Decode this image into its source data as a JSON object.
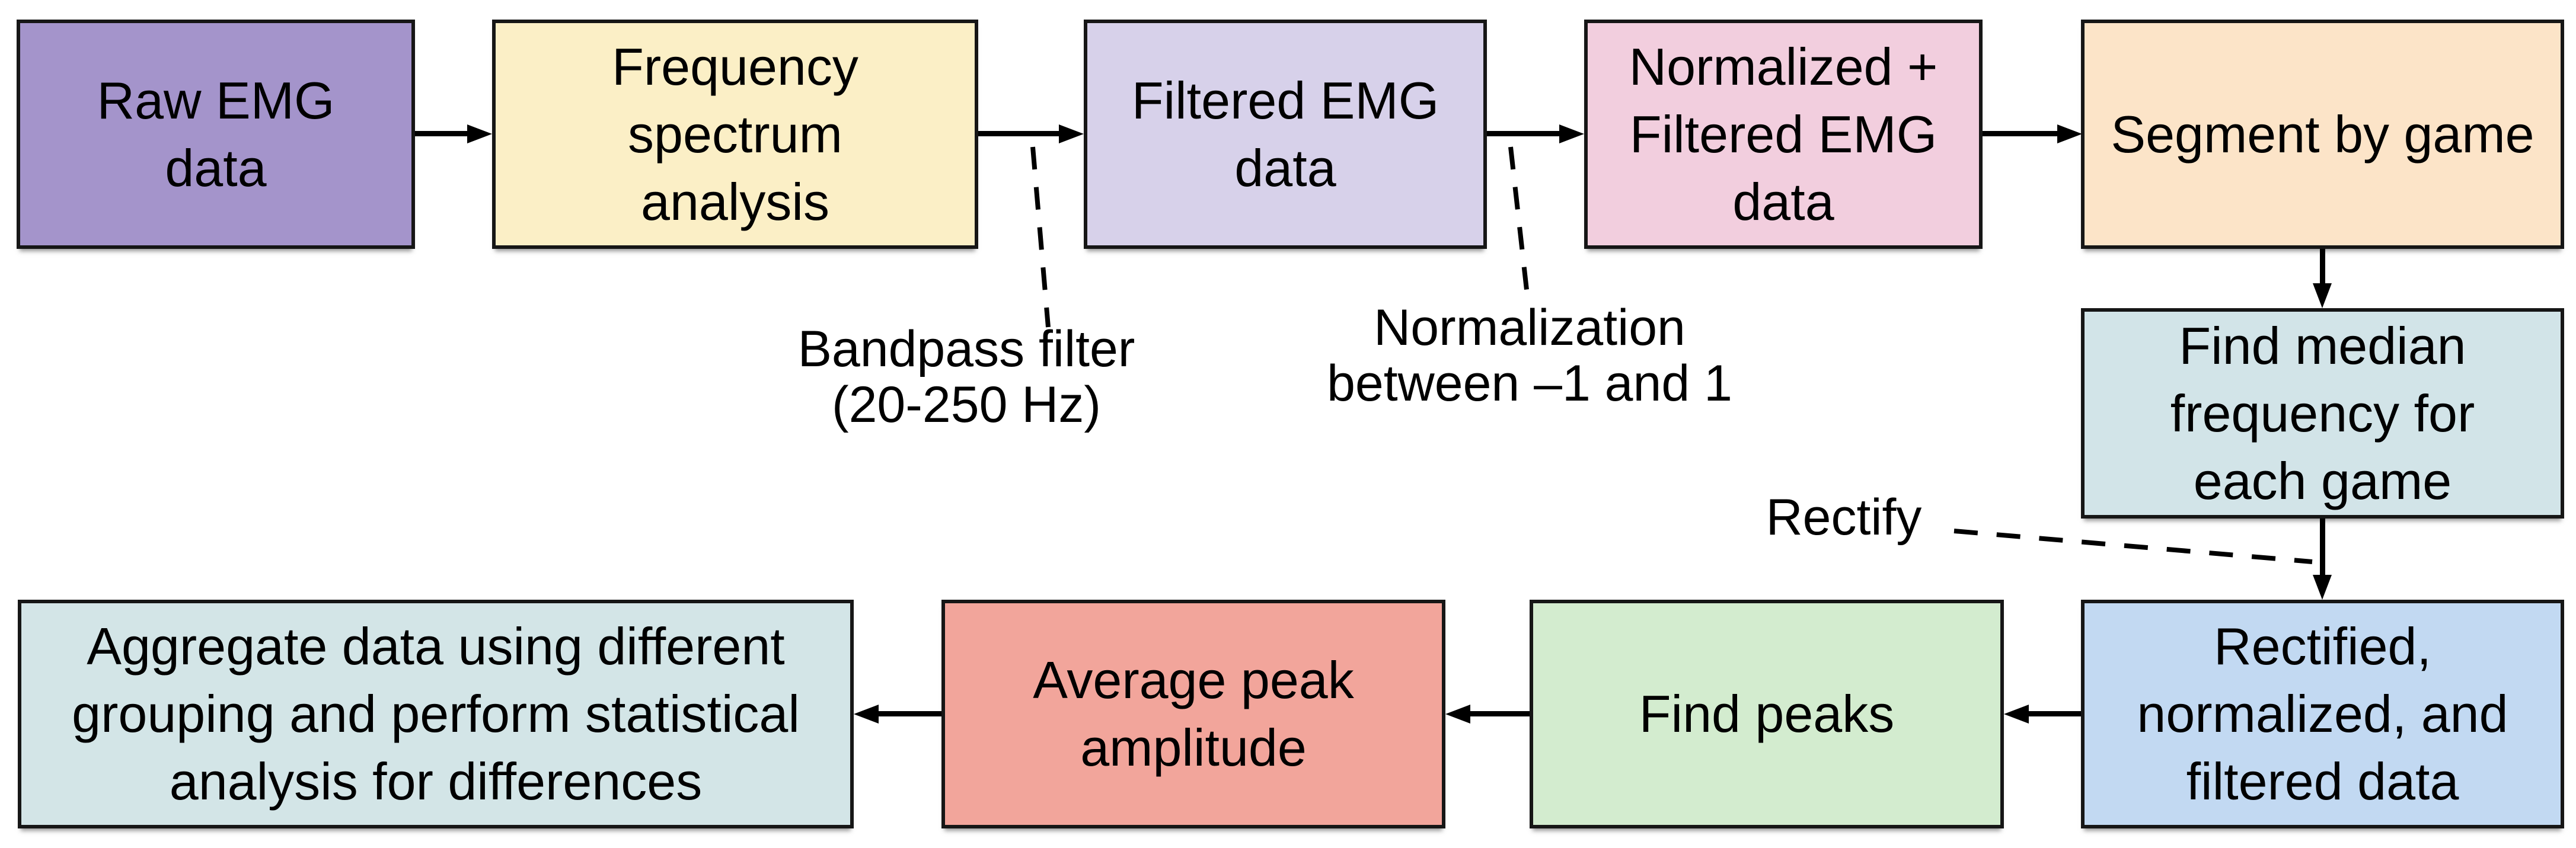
{
  "diagram": {
    "title": "EMG data processing flowchart",
    "background": "#ffffff",
    "border_color": "#161616",
    "arrow_color": "#000000",
    "boxes": [
      {
        "id": "raw-emg-data",
        "lines": [
          "Raw EMG",
          "data"
        ],
        "fill": "#a494cb"
      },
      {
        "id": "frequency-spectrum",
        "lines": [
          "Frequency",
          "spectrum",
          "analysis"
        ],
        "fill": "#fbefc6"
      },
      {
        "id": "filtered-emg-data",
        "lines": [
          "Filtered EMG",
          "data"
        ],
        "fill": "#d7d1ea"
      },
      {
        "id": "normalized-filtered-emg",
        "lines": [
          "Normalized +",
          "Filtered EMG",
          "data"
        ],
        "fill": "#f2cede"
      },
      {
        "id": "segment-by-game",
        "lines": [
          "Segment by game"
        ],
        "fill": "#fce4c8"
      },
      {
        "id": "find-median-frequency",
        "lines": [
          "Find median",
          "frequency for",
          "each game"
        ],
        "fill": "#d2e4e8"
      },
      {
        "id": "rectified-normalized",
        "lines": [
          "Rectified,",
          "normalized, and",
          "filtered data"
        ],
        "fill": "#c2d9f2"
      },
      {
        "id": "find-peaks",
        "lines": [
          "Find peaks"
        ],
        "fill": "#d3eccf"
      },
      {
        "id": "average-peak-amplitude",
        "lines": [
          "Average peak",
          "amplitude"
        ],
        "fill": "#f2a59b"
      },
      {
        "id": "aggregate-data",
        "lines": [
          "Aggregate data using different",
          "grouping and perform statistical",
          "analysis for differences"
        ],
        "fill": "#d3e5e7"
      }
    ],
    "annotations": [
      {
        "id": "bandpass-note",
        "lines": [
          "Bandpass filter",
          "(20-250 Hz)"
        ]
      },
      {
        "id": "normalization-note",
        "lines": [
          "Normalization",
          "between –1 and 1"
        ]
      },
      {
        "id": "rectify-note",
        "lines": [
          "Rectify"
        ]
      }
    ]
  }
}
